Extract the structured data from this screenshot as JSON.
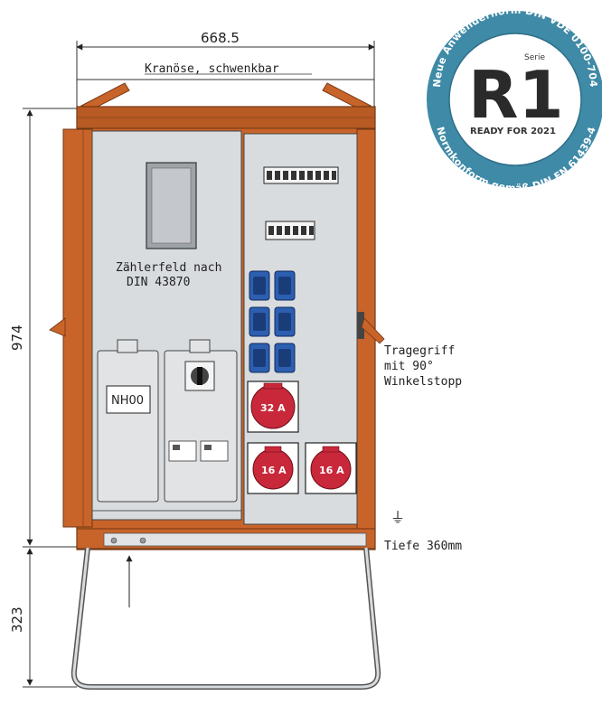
{
  "dimensions": {
    "width": "668.5",
    "height_cabinet": "974",
    "height_stand": "323"
  },
  "labels": {
    "crane_eye": "Kranöse, schwenkbar",
    "meter_field_line1": "Zählerfeld nach",
    "meter_field_line2": "DIN 43870",
    "fuse_label": "NH00",
    "handle_line1": "Tragegriff",
    "handle_line2": "mit 90°",
    "handle_line3": "Winkelstopp",
    "depth": "Tiefe 360mm",
    "ground_symbol": "⏚"
  },
  "sockets": {
    "cee_large": "32 A",
    "cee_left": "16 A",
    "cee_right": "16 A",
    "schuko_count": 6
  },
  "badge": {
    "series_label": "Serie",
    "series_name": "R1",
    "ready": "READY FOR 2021",
    "ring_top": "Neue Anwendernorm DIN VDE 0100-704",
    "ring_bottom": "Normkonform gemäß DIN EN 61439-4"
  },
  "colors": {
    "housing": "#c8642a",
    "housing_dark": "#9c4a1c",
    "panel": "#d9dcdf",
    "socket_blue": "#2d5fb0",
    "cee_red": "#c8283a",
    "badge_ring": "#3f8aa6"
  }
}
